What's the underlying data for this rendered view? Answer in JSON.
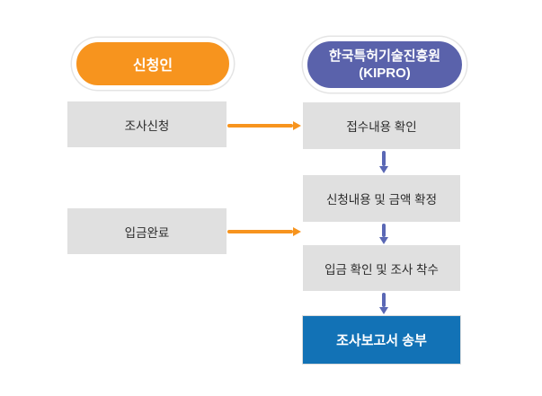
{
  "diagram": {
    "lanes": {
      "applicant": {
        "label": "신청인"
      },
      "kipro": {
        "line1": "한국특허기술진흥원",
        "line2": "(KIPRO)"
      }
    },
    "applicant_steps": [
      {
        "label": "조사신청"
      },
      {
        "label": "입금완료"
      }
    ],
    "kipro_steps": [
      {
        "label": "접수내용 확인"
      },
      {
        "label": "신청내용 및 금액 확정"
      },
      {
        "label": "입금 확인 및 조사 착수"
      }
    ],
    "final_step": {
      "label": "조사보고서 송부"
    },
    "colors": {
      "applicant_pill": "#F7941E",
      "kipro_pill": "#5A62AB",
      "step_box": "#E0E0E0",
      "step_text": "#2B2B2B",
      "final_box": "#1272B6",
      "horizontal_arrow": "#F7941E",
      "vertical_arrow": "#5A68B5",
      "background": "#FFFFFF"
    }
  }
}
